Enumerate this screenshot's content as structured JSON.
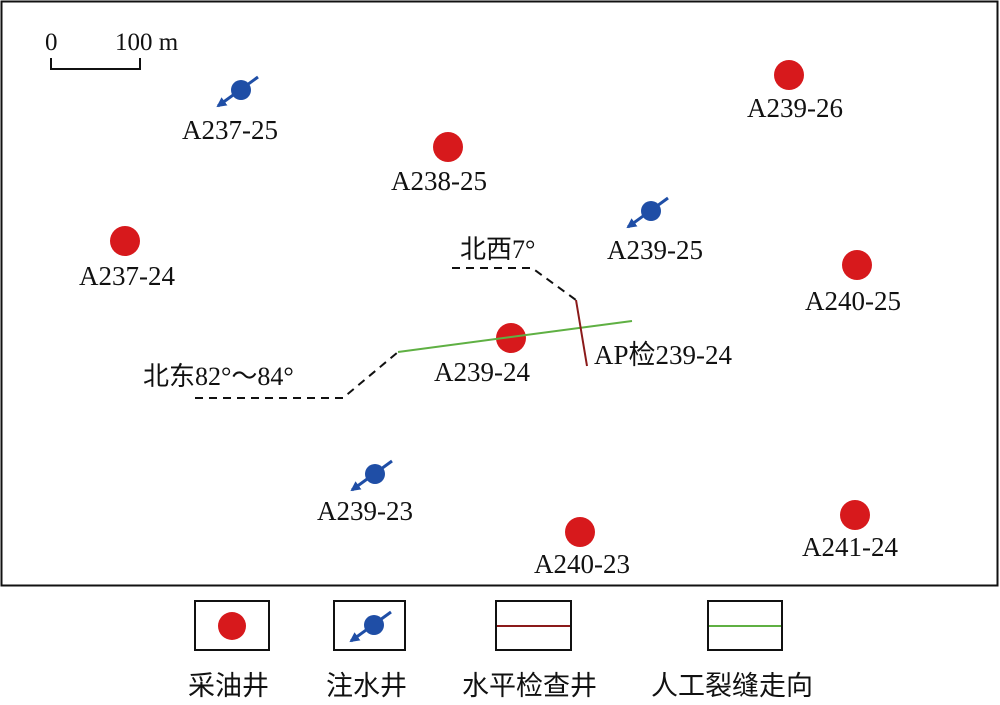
{
  "map": {
    "scale_bar": {
      "start_label": "0",
      "end_label": "100 m"
    },
    "colors": {
      "production_well": "#d7191c",
      "injection_well": "#1f4ea6",
      "horizontal_check_well": "#8b1a1a",
      "fracture_strike": "#5fb043",
      "annotation_line": "#111111"
    },
    "wells": [
      {
        "name": "A237-25",
        "type": "injection"
      },
      {
        "name": "A239-26",
        "type": "production"
      },
      {
        "name": "A238-25",
        "type": "production"
      },
      {
        "name": "A237-24",
        "type": "production"
      },
      {
        "name": "A239-25",
        "type": "injection"
      },
      {
        "name": "A240-25",
        "type": "production"
      },
      {
        "name": "A239-24",
        "type": "production"
      },
      {
        "name": "A239-23",
        "type": "injection"
      },
      {
        "name": "A240-23",
        "type": "production"
      },
      {
        "name": "A241-24",
        "type": "production"
      }
    ],
    "horizontal_well": {
      "name": "AP检239-24"
    },
    "annotations": {
      "northwest": "北西7°",
      "northeast": "北东82°～84°"
    }
  },
  "legend": {
    "items": [
      {
        "label": "采油井",
        "symbol": "production-well"
      },
      {
        "label": "注水井",
        "symbol": "injection-well"
      },
      {
        "label": "水平检查井",
        "symbol": "horizontal-check-well"
      },
      {
        "label": "人工裂缝走向",
        "symbol": "fracture-strike"
      }
    ]
  }
}
